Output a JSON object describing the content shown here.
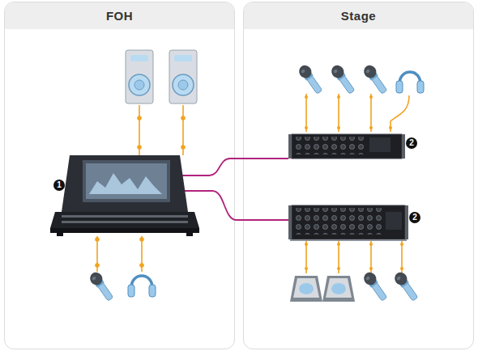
{
  "diagram": {
    "nodes": [
      {
        "text": [
          "FOH"
        ]
      },
      {
        "text": [
          "Stage"
        ]
      }
    ],
    "labels": [
      "1",
      "2",
      "2"
    ]
  }
}
